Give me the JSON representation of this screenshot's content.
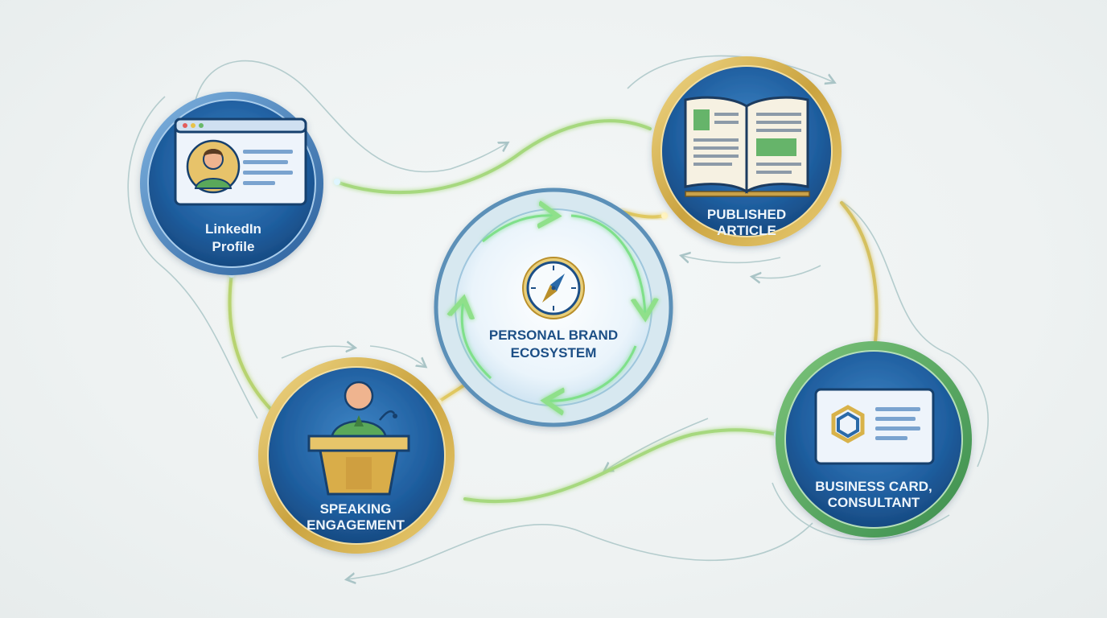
{
  "hub": {
    "label_line1": "PERSONAL BRAND",
    "label_line2": "ECOSYSTEM",
    "icon": "compass-icon"
  },
  "nodes": {
    "linkedin": {
      "line1": "LinkedIn",
      "line2": "Profile",
      "icon": "profile-window-icon",
      "ring_color": "#2a63a6"
    },
    "article": {
      "line1": "PUBLISHED",
      "line2": "ARTICLE",
      "icon": "open-book-icon",
      "ring_color": "#d4b04a"
    },
    "speaking": {
      "line1": "SPEAKING",
      "line2": "ENGAGEMENT",
      "icon": "speaker-podium-icon",
      "ring_color": "#d4b04a"
    },
    "business_card": {
      "line1": "BUSINESS CARD,",
      "line2": "CONSULTANT",
      "icon": "business-card-icon",
      "ring_color": "#4aa05a"
    }
  },
  "colors": {
    "node_fill": "#1c5a9a",
    "connector_green": "#8fd06a",
    "connector_gold": "#d9c25a",
    "arrow_gray": "#a9c4c6",
    "hub_ring": "#4a86b4"
  }
}
